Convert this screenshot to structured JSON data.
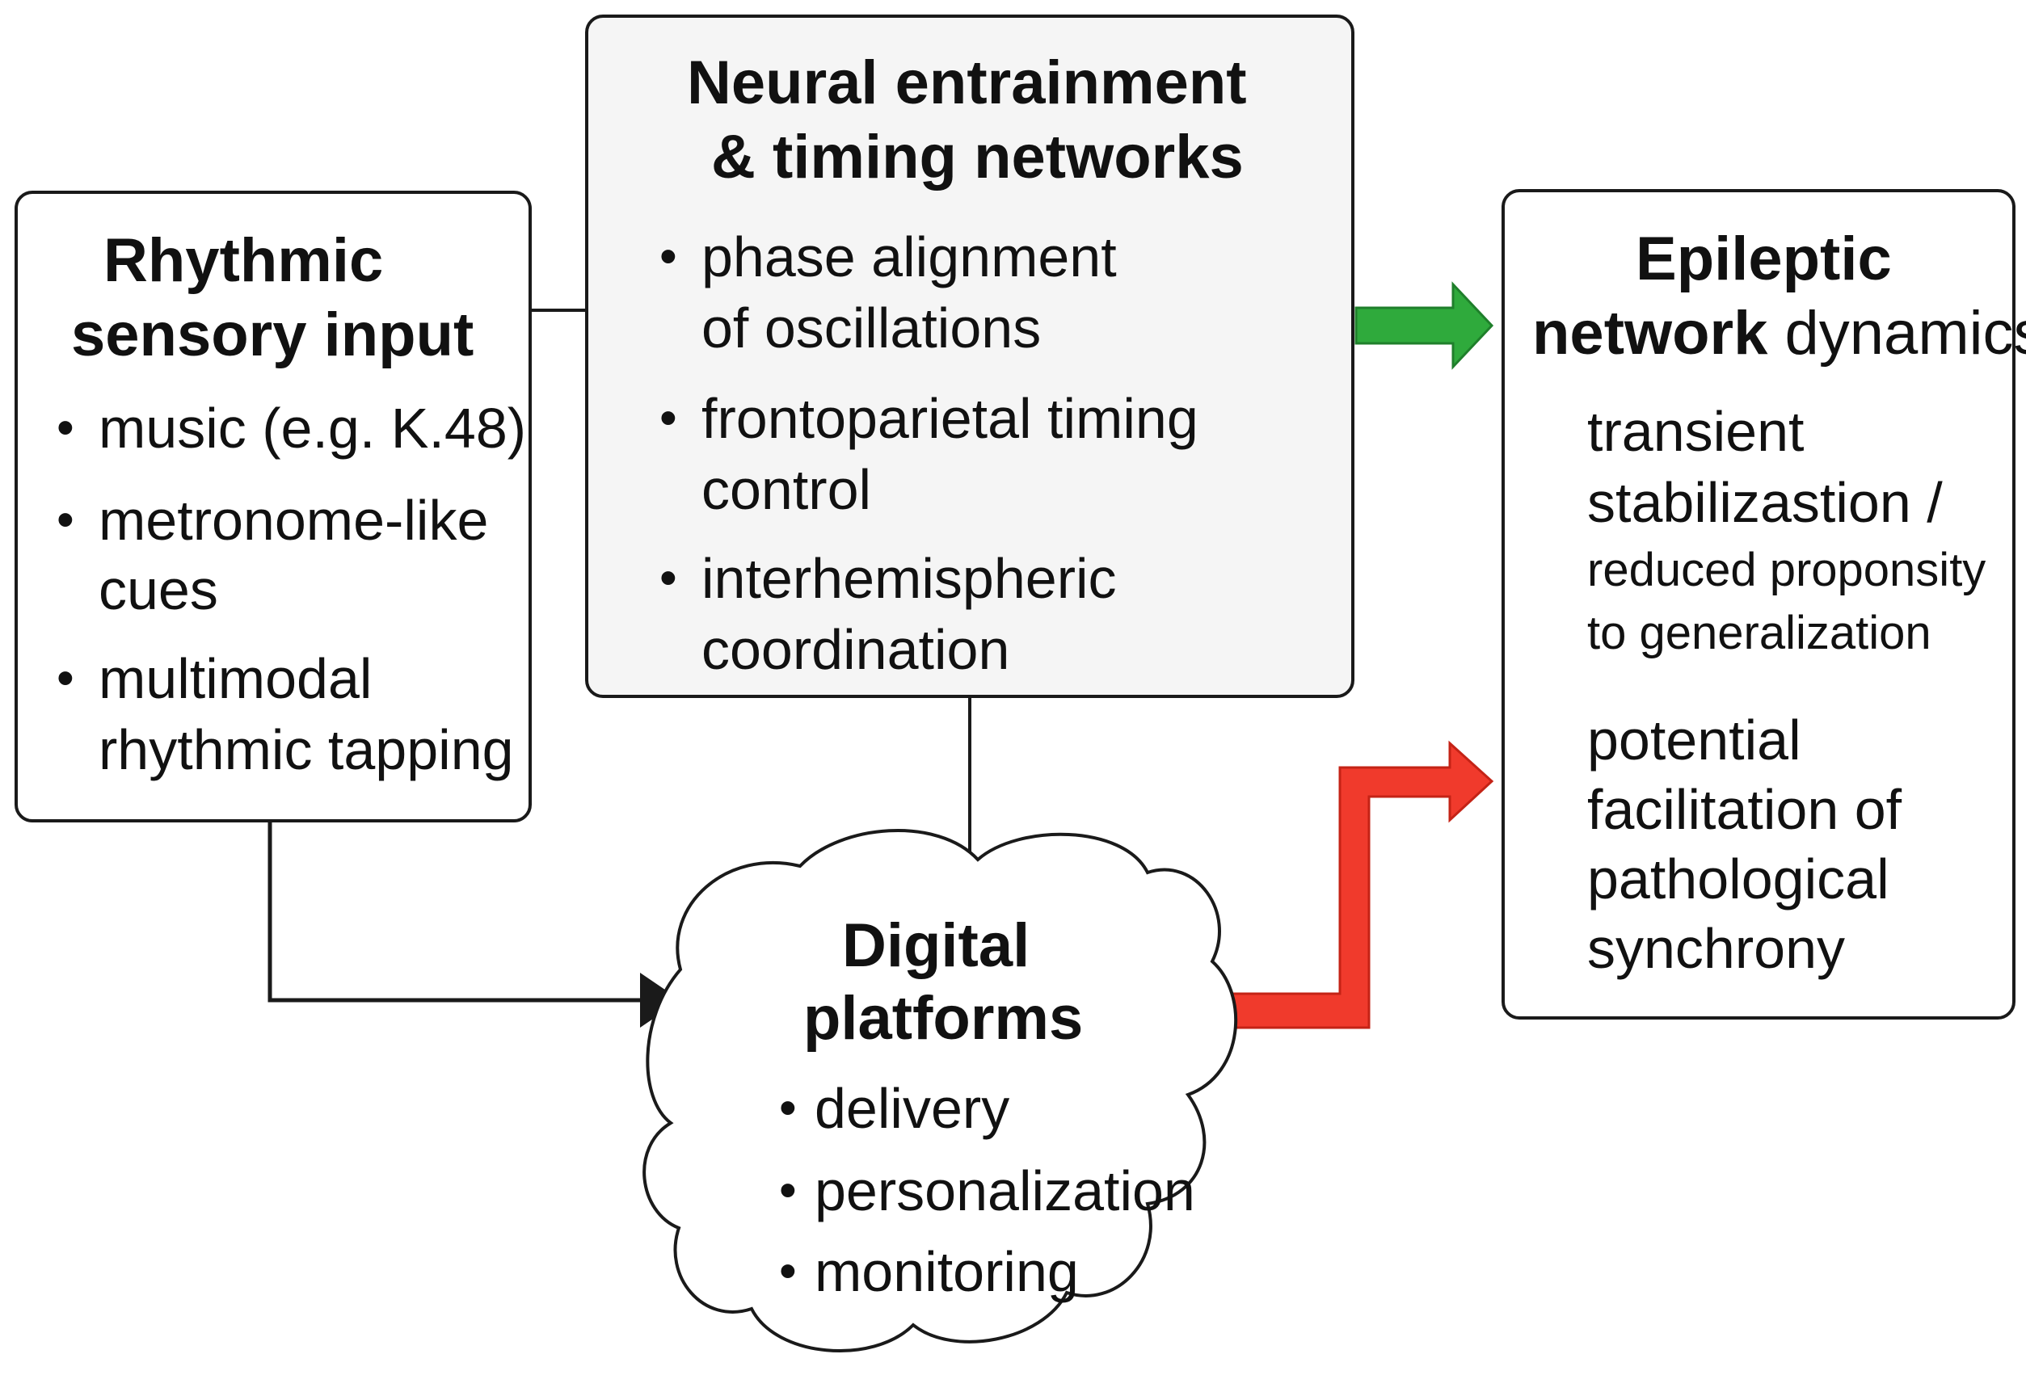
{
  "rhythmic_input": {
    "title_line1": "Rhythmic",
    "title_line2": "sensory input",
    "items": [
      {
        "line1": "music (e.g. K.48)",
        "line2": ""
      },
      {
        "line1": "metronome-like",
        "line2": "cues"
      },
      {
        "line1": "multimodal",
        "line2": "rhythmic tapping"
      }
    ]
  },
  "neural_entrainment": {
    "title_line1": "Neural entrainment",
    "title_line2": "& timing networks",
    "items": [
      {
        "line1": "phase alignment",
        "line2": "of oscillations"
      },
      {
        "line1": "frontoparietal timing",
        "line2": "control"
      },
      {
        "line1": "interhemispheric",
        "line2": "coordination"
      }
    ]
  },
  "epileptic_dynamics": {
    "title_line1": "Epileptic",
    "title_line2_bold": "network",
    "title_line2_normal": "dynamics",
    "effect_stabilization": {
      "line1": "transient",
      "line2": "stabilizastion /",
      "line3": "reduced proponsity",
      "line4": "to generalization"
    },
    "effect_facilitation": {
      "line1": "potential",
      "line2": "facilitation of",
      "line3": "pathological",
      "line4": "synchrony"
    }
  },
  "digital_platforms": {
    "title_line1": "Digital",
    "title_line2": "platforms",
    "items": [
      "delivery",
      "personalization",
      "monitoring"
    ]
  },
  "bullet_glyph": "•",
  "colors": {
    "stroke": "#1a1a1a",
    "neural_box_fill": "#f5f5f5",
    "positive_arrow": "#2faa3c",
    "negative_arrow": "#f03a2c"
  }
}
